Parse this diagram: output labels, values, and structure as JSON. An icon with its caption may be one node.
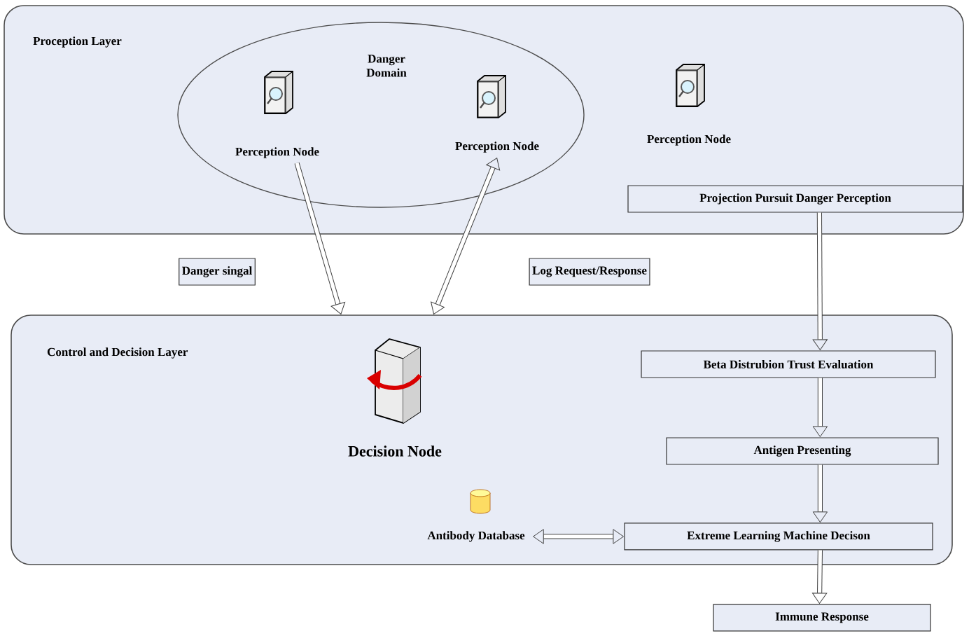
{
  "diagram": {
    "nodes": [
      {
        "text": [
          "Proception Layer"
        ]
      },
      {
        "text": [
          "Danger Domain"
        ],
        "in": 0
      },
      {
        "text": [
          "Perception Node"
        ],
        "in": 1
      },
      {
        "text": [
          "Perception Node"
        ],
        "in": 1
      },
      {
        "text": [
          "Perception Node"
        ],
        "in": 0
      },
      {
        "text": [
          "Projection Pursuit Danger Perception"
        ],
        "in": 0
      },
      {
        "text": [
          "Control and Decision Layer"
        ]
      },
      {
        "text": [
          "Decision Node"
        ],
        "in": 6
      },
      {
        "text": [
          "Antibody Database"
        ],
        "in": 6
      },
      {
        "text": [
          "Beta Distrubion Trust Evaluation"
        ],
        "in": 6
      },
      {
        "text": [
          "Antigen Presenting"
        ],
        "in": 6
      },
      {
        "text": [
          "Extreme Learning Machine Decison"
        ],
        "in": 6
      },
      {
        "text": [
          "Immune Response"
        ]
      }
    ],
    "edges": [
      {
        "from": 2,
        "to": 6,
        "arrow": "to"
      },
      {
        "from": 3,
        "to": 6,
        "arrow": "both"
      },
      {
        "from": 5,
        "to": 9,
        "arrow": "to"
      },
      {
        "from": 9,
        "to": 10,
        "arrow": "to"
      },
      {
        "from": 10,
        "to": 11,
        "arrow": "to"
      },
      {
        "from": 8,
        "to": 11,
        "arrow": "both"
      },
      {
        "from": 11,
        "to": 12,
        "arrow": "to"
      }
    ],
    "labels": [
      "Danger singal",
      "Log Request/Response"
    ]
  }
}
